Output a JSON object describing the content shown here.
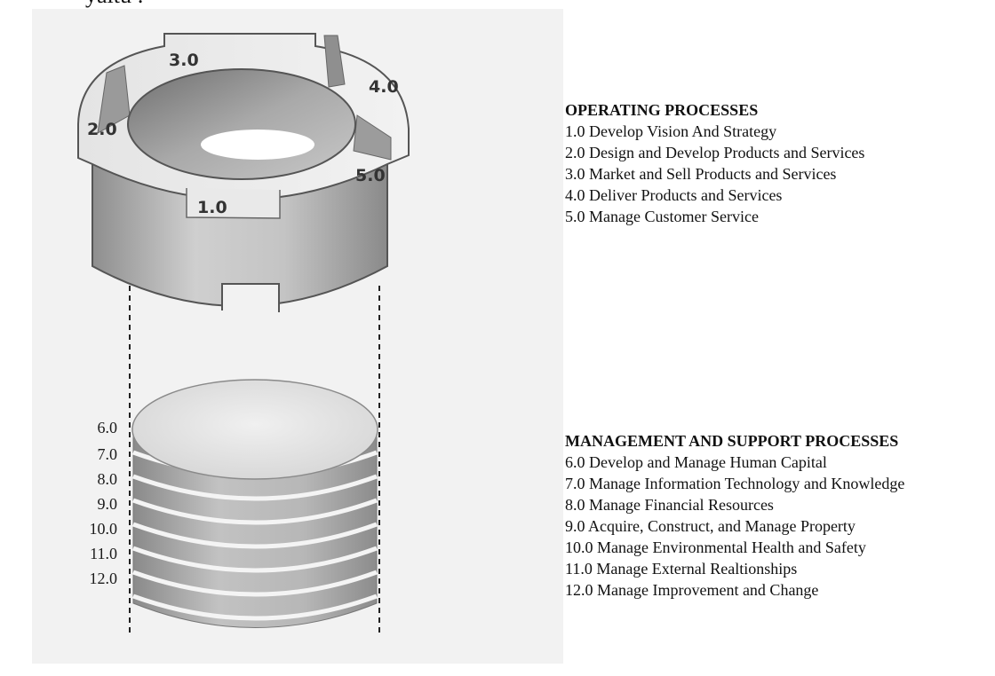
{
  "top_text": "yaitu :",
  "ring_labels": [
    "3.0",
    "4.0",
    "2.0",
    "5.0",
    "1.0"
  ],
  "layer_labels": [
    "6.0",
    "7.0",
    "8.0",
    "9.0",
    "10.0",
    "11.0",
    "12.0"
  ],
  "operating": {
    "heading": "OPERATING PROCESSES",
    "items": [
      "1.0 Develop Vision And Strategy",
      "2.0 Design and Develop Products and Services",
      "3.0 Market and Sell Products and Services",
      "4.0 Deliver Products and Services",
      "5.0 Manage Customer Service"
    ]
  },
  "management": {
    "heading": "MANAGEMENT AND SUPPORT PROCESSES",
    "items": [
      "6.0 Develop and Manage Human Capital",
      "7.0 Manage Information Technology and Knowledge",
      "8.0 Manage Financial Resources",
      "9.0 Acquire, Construct, and Manage Property",
      "10.0 Manage Environmental Health and Safety",
      "11.0 Manage External Realtionships",
      "12.0 Manage Improvement and Change"
    ]
  }
}
